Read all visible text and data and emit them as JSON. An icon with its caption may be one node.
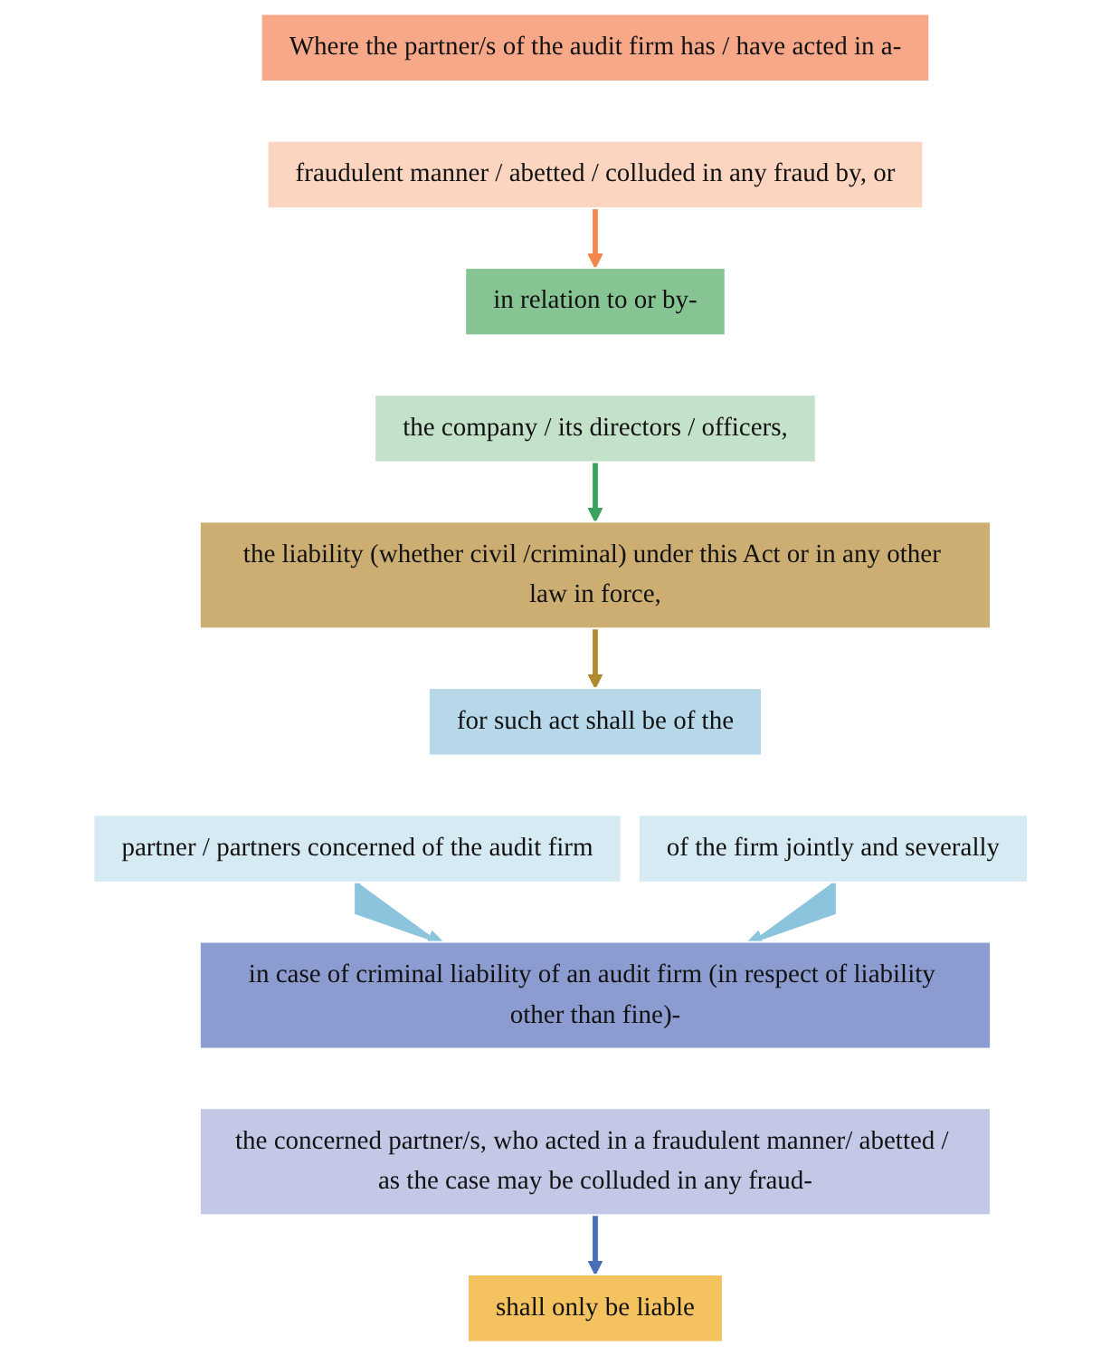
{
  "diagram": {
    "nodes": [
      {
        "text": [
          "Where the partner/s of the audit firm has / have acted in a-"
        ]
      },
      {
        "text": [
          "fraudulent manner / abetted / colluded in any fraud by, or"
        ]
      },
      {
        "text": [
          "in relation to or by-"
        ]
      },
      {
        "text": [
          "the company / its directors / officers,"
        ]
      },
      {
        "text": [
          "the liability (whether civil /criminal) under this Act or in any other law in force,"
        ]
      },
      {
        "text": [
          "for such act shall be of the"
        ]
      },
      {
        "text": [
          "partner / partners concerned of the audit firm"
        ]
      },
      {
        "text": [
          "of the firm jointly and severally"
        ]
      },
      {
        "text": [
          "in case of criminal liability of an audit firm (in respect of liability other than fine)-"
        ]
      },
      {
        "text": [
          "the concerned partner/s, who acted in a fraudulent manner/ abetted / as the case may be colluded in any fraud-"
        ]
      },
      {
        "text": [
          "shall only be liable"
        ]
      }
    ],
    "edges": [
      {
        "from": 1,
        "to": 2,
        "arrow": "to",
        "color": "#f4874b"
      },
      {
        "from": 3,
        "to": 4,
        "arrow": "to",
        "color": "#3aa45e"
      },
      {
        "from": 4,
        "to": 5,
        "arrow": "to",
        "color": "#b08a2e"
      },
      {
        "from": 6,
        "to": 8,
        "arrow": "to",
        "color": "#8cc4de"
      },
      {
        "from": 7,
        "to": 8,
        "arrow": "to",
        "color": "#8cc4de"
      },
      {
        "from": 9,
        "to": 10,
        "arrow": "to",
        "color": "#4a6fba"
      }
    ]
  }
}
